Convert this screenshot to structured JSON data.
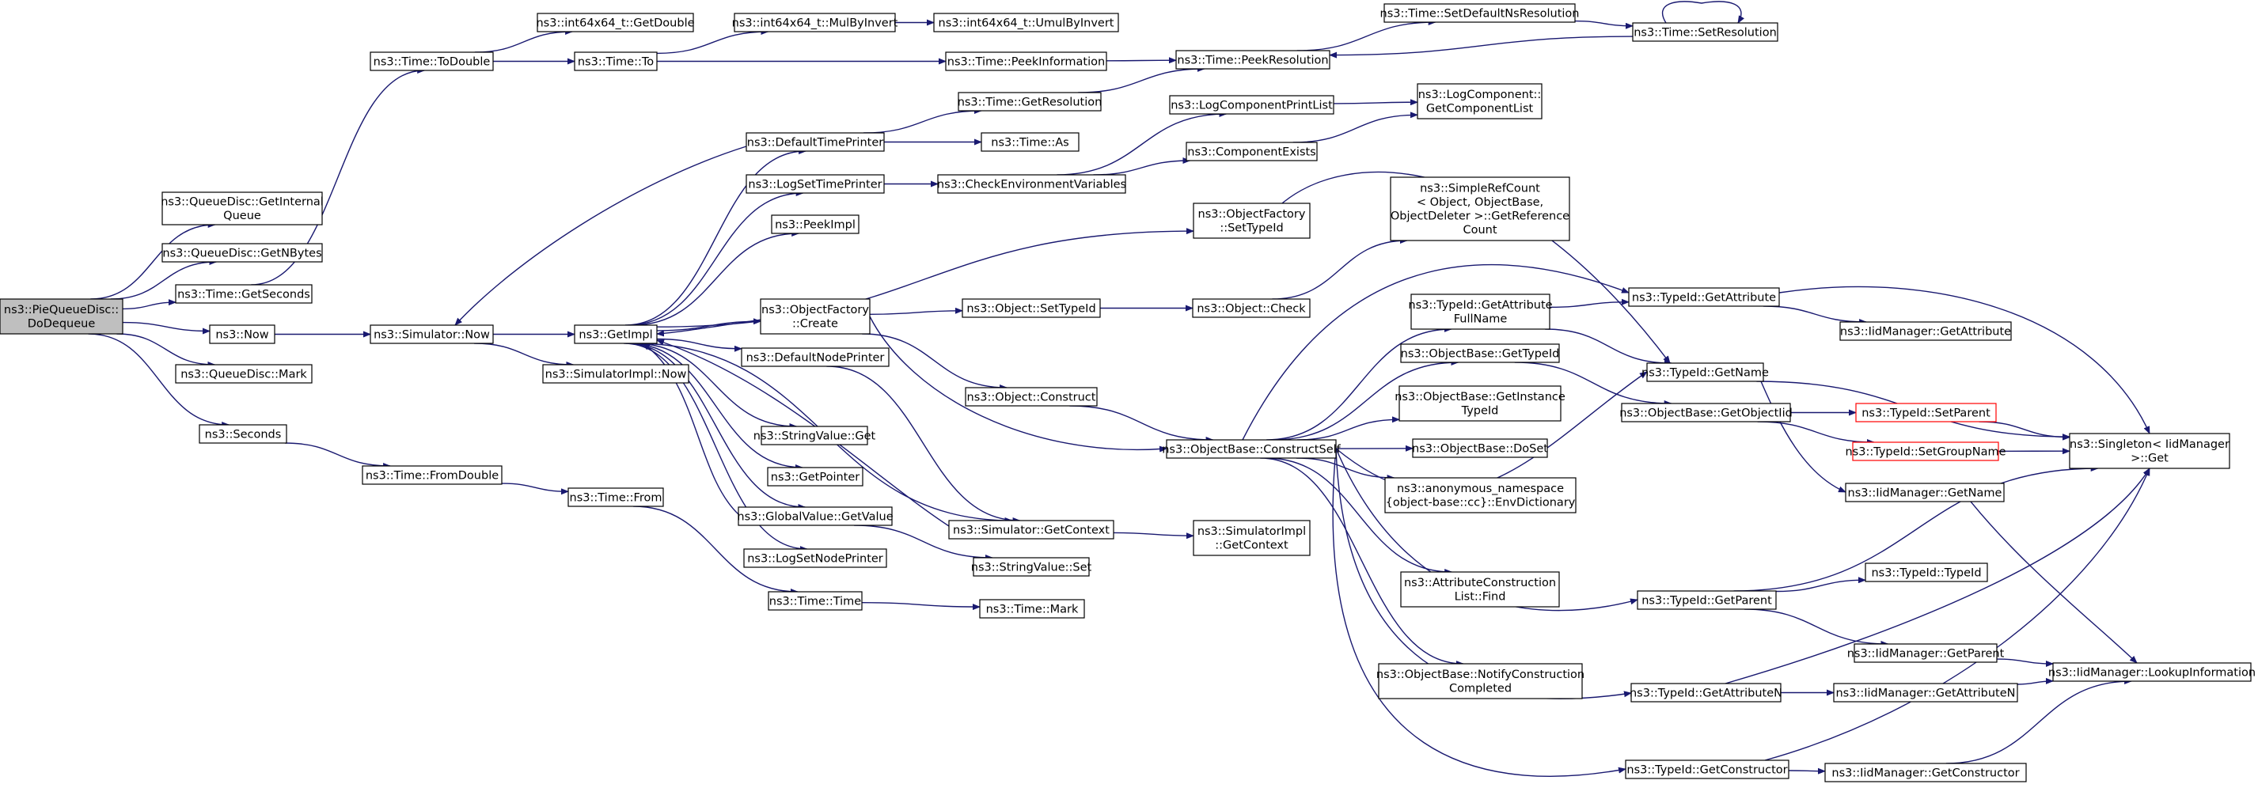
{
  "edge_color": "#191970",
  "root_fill": "#bfbfbf",
  "highlight_border": "#ff0000",
  "nodes": [
    {
      "id": "root",
      "lines": [
        "ns3::PieQueueDisc::",
        "DoDequeue"
      ],
      "style": "root"
    },
    {
      "id": "getInternalQueue",
      "lines": [
        "ns3::QueueDisc::GetInternal",
        "Queue"
      ]
    },
    {
      "id": "getNBytes",
      "lines": [
        "ns3::QueueDisc::GetNBytes"
      ]
    },
    {
      "id": "timeGetSeconds",
      "lines": [
        "ns3::Time::GetSeconds"
      ]
    },
    {
      "id": "now",
      "lines": [
        "ns3::Now"
      ]
    },
    {
      "id": "qdMark",
      "lines": [
        "ns3::QueueDisc::Mark"
      ]
    },
    {
      "id": "seconds",
      "lines": [
        "ns3::Seconds"
      ]
    },
    {
      "id": "toDouble",
      "lines": [
        "ns3::Time::ToDouble"
      ]
    },
    {
      "id": "simNow",
      "lines": [
        "ns3::Simulator::Now"
      ]
    },
    {
      "id": "fromDouble",
      "lines": [
        "ns3::Time::FromDouble"
      ]
    },
    {
      "id": "int64GetDouble",
      "lines": [
        "ns3::int64x64_t::GetDouble"
      ]
    },
    {
      "id": "timeTo",
      "lines": [
        "ns3::Time::To"
      ]
    },
    {
      "id": "getImpl",
      "lines": [
        "ns3::GetImpl"
      ]
    },
    {
      "id": "simImplNow",
      "lines": [
        "ns3::SimulatorImpl::Now"
      ]
    },
    {
      "id": "timeFrom",
      "lines": [
        "ns3::Time::From"
      ]
    },
    {
      "id": "mulByInvert",
      "lines": [
        "ns3::int64x64_t::MulByInvert"
      ]
    },
    {
      "id": "defaultTimePrinter",
      "lines": [
        "ns3::DefaultTimePrinter"
      ]
    },
    {
      "id": "logSetTimePrinter",
      "lines": [
        "ns3::LogSetTimePrinter"
      ]
    },
    {
      "id": "peekImpl",
      "lines": [
        "ns3::PeekImpl"
      ]
    },
    {
      "id": "objFactoryCreate",
      "lines": [
        "ns3::ObjectFactory",
        "::Create"
      ]
    },
    {
      "id": "defaultNodePrinter",
      "lines": [
        "ns3::DefaultNodePrinter"
      ]
    },
    {
      "id": "stringValueGet",
      "lines": [
        "ns3::StringValue::Get"
      ]
    },
    {
      "id": "getPointer",
      "lines": [
        "ns3::GetPointer"
      ]
    },
    {
      "id": "globalValueGetValue",
      "lines": [
        "ns3::GlobalValue::GetValue"
      ]
    },
    {
      "id": "logSetNodePrinter",
      "lines": [
        "ns3::LogSetNodePrinter"
      ]
    },
    {
      "id": "timeTime",
      "lines": [
        "ns3::Time::Time"
      ]
    },
    {
      "id": "umulByInvert",
      "lines": [
        "ns3::int64x64_t::UmulByInvert"
      ]
    },
    {
      "id": "peekInformation",
      "lines": [
        "ns3::Time::PeekInformation"
      ]
    },
    {
      "id": "getResolution",
      "lines": [
        "ns3::Time::GetResolution"
      ]
    },
    {
      "id": "timeAs",
      "lines": [
        "ns3::Time::As"
      ]
    },
    {
      "id": "checkEnvVars",
      "lines": [
        "ns3::CheckEnvironmentVariables"
      ]
    },
    {
      "id": "objectSetTypeId",
      "lines": [
        "ns3::Object::SetTypeId"
      ]
    },
    {
      "id": "objectConstruct",
      "lines": [
        "ns3::Object::Construct"
      ]
    },
    {
      "id": "simGetContext",
      "lines": [
        "ns3::Simulator::GetContext"
      ]
    },
    {
      "id": "stringValueSet",
      "lines": [
        "ns3::StringValue::Set"
      ]
    },
    {
      "id": "timeMark",
      "lines": [
        "ns3::Time::Mark"
      ]
    },
    {
      "id": "peekResolution",
      "lines": [
        "ns3::Time::PeekResolution"
      ]
    },
    {
      "id": "logCompPrintList",
      "lines": [
        "ns3::LogComponentPrintList"
      ]
    },
    {
      "id": "componentExists",
      "lines": [
        "ns3::ComponentExists"
      ]
    },
    {
      "id": "objFactorySetTypeId",
      "lines": [
        "ns3::ObjectFactory",
        "::SetTypeId"
      ]
    },
    {
      "id": "objectCheck",
      "lines": [
        "ns3::Object::Check"
      ]
    },
    {
      "id": "constructSelf",
      "lines": [
        "ns3::ObjectBase::ConstructSelf"
      ]
    },
    {
      "id": "simImplGetContext",
      "lines": [
        "ns3::SimulatorImpl",
        "::GetContext"
      ]
    },
    {
      "id": "setDefaultNsRes",
      "lines": [
        "ns3::Time::SetDefaultNsResolution"
      ]
    },
    {
      "id": "getComponentList",
      "lines": [
        "ns3::LogComponent::",
        "GetComponentList"
      ]
    },
    {
      "id": "simpleRefCount",
      "lines": [
        "ns3::SimpleRefCount",
        "< Object, ObjectBase,",
        "ObjectDeleter >::GetReference",
        "Count"
      ]
    },
    {
      "id": "getAttrFullName",
      "lines": [
        "ns3::TypeId::GetAttribute",
        "FullName"
      ]
    },
    {
      "id": "objBaseGetTypeId",
      "lines": [
        "ns3::ObjectBase::GetTypeId"
      ]
    },
    {
      "id": "getInstanceTypeId",
      "lines": [
        "ns3::ObjectBase::GetInstance",
        "TypeId"
      ]
    },
    {
      "id": "doSet",
      "lines": [
        "ns3::ObjectBase::DoSet"
      ]
    },
    {
      "id": "envDictionary",
      "lines": [
        "ns3::anonymous_namespace",
        "{object-base::cc}::EnvDictionary"
      ]
    },
    {
      "id": "attrConstrFind",
      "lines": [
        "ns3::AttributeConstruction",
        "List::Find"
      ]
    },
    {
      "id": "notifyConstruction",
      "lines": [
        "ns3::ObjectBase::NotifyConstruction",
        "Completed"
      ]
    },
    {
      "id": "setResolution",
      "lines": [
        "ns3::Time::SetResolution"
      ]
    },
    {
      "id": "typeIdGetAttribute",
      "lines": [
        "ns3::TypeId::GetAttribute"
      ]
    },
    {
      "id": "typeIdGetName",
      "lines": [
        "ns3::TypeId::GetName"
      ]
    },
    {
      "id": "getObjectIid",
      "lines": [
        "ns3::ObjectBase::GetObjectIid"
      ]
    },
    {
      "id": "typeIdGetParent",
      "lines": [
        "ns3::TypeId::GetParent"
      ]
    },
    {
      "id": "getAttributeN",
      "lines": [
        "ns3::TypeId::GetAttributeN"
      ]
    },
    {
      "id": "getConstructor",
      "lines": [
        "ns3::TypeId::GetConstructor"
      ]
    },
    {
      "id": "iidGetAttribute",
      "lines": [
        "ns3::IidManager::GetAttribute"
      ]
    },
    {
      "id": "setParent",
      "lines": [
        "ns3::TypeId::SetParent"
      ],
      "style": "red"
    },
    {
      "id": "setGroupName",
      "lines": [
        "ns3::TypeId::SetGroupName"
      ],
      "style": "red"
    },
    {
      "id": "iidGetName",
      "lines": [
        "ns3::IidManager::GetName"
      ]
    },
    {
      "id": "typeIdTypeId",
      "lines": [
        "ns3::TypeId::TypeId"
      ]
    },
    {
      "id": "iidGetParent",
      "lines": [
        "ns3::IidManager::GetParent"
      ]
    },
    {
      "id": "iidGetAttributeN",
      "lines": [
        "ns3::IidManager::GetAttributeN"
      ]
    },
    {
      "id": "iidGetConstructor",
      "lines": [
        "ns3::IidManager::GetConstructor"
      ]
    },
    {
      "id": "singletonGet",
      "lines": [
        "ns3::Singleton< IidManager",
        ">::Get"
      ]
    },
    {
      "id": "lookupInformation",
      "lines": [
        "ns3::IidManager::LookupInformation"
      ]
    }
  ],
  "edges": [
    [
      "root",
      "getInternalQueue"
    ],
    [
      "root",
      "getNBytes"
    ],
    [
      "root",
      "timeGetSeconds"
    ],
    [
      "root",
      "now"
    ],
    [
      "root",
      "qdMark"
    ],
    [
      "root",
      "seconds"
    ],
    [
      "timeGetSeconds",
      "toDouble"
    ],
    [
      "now",
      "simNow"
    ],
    [
      "seconds",
      "fromDouble"
    ],
    [
      "toDouble",
      "int64GetDouble"
    ],
    [
      "toDouble",
      "timeTo"
    ],
    [
      "simNow",
      "getImpl"
    ],
    [
      "simNow",
      "simImplNow"
    ],
    [
      "fromDouble",
      "timeFrom"
    ],
    [
      "timeTo",
      "mulByInvert"
    ],
    [
      "timeTo",
      "peekInformation"
    ],
    [
      "mulByInvert",
      "umulByInvert"
    ],
    [
      "getImpl",
      "defaultTimePrinter"
    ],
    [
      "getImpl",
      "logSetTimePrinter"
    ],
    [
      "getImpl",
      "peekImpl"
    ],
    [
      "getImpl",
      "objFactoryCreate"
    ],
    [
      "getImpl",
      "defaultNodePrinter"
    ],
    [
      "getImpl",
      "stringValueGet"
    ],
    [
      "getImpl",
      "getPointer"
    ],
    [
      "getImpl",
      "globalValueGetValue"
    ],
    [
      "getImpl",
      "logSetNodePrinter"
    ],
    [
      "getImpl",
      "objFactorySetTypeId"
    ],
    [
      "getImpl",
      "simGetContext"
    ],
    [
      "timeFrom",
      "timeTime"
    ],
    [
      "defaultTimePrinter",
      "getResolution"
    ],
    [
      "defaultTimePrinter",
      "timeAs"
    ],
    [
      "defaultTimePrinter",
      "simNow"
    ],
    [
      "logSetTimePrinter",
      "checkEnvVars"
    ],
    [
      "objFactoryCreate",
      "objectSetTypeId"
    ],
    [
      "objFactoryCreate",
      "objectConstruct"
    ],
    [
      "objFactoryCreate",
      "getImpl"
    ],
    [
      "objFactoryCreate",
      "constructSelf"
    ],
    [
      "defaultNodePrinter",
      "simGetContext"
    ],
    [
      "globalValueGetValue",
      "stringValueSet"
    ],
    [
      "globalValueGetValue",
      "getImpl"
    ],
    [
      "timeTime",
      "timeMark"
    ],
    [
      "peekInformation",
      "peekResolution"
    ],
    [
      "getResolution",
      "peekResolution"
    ],
    [
      "checkEnvVars",
      "logCompPrintList"
    ],
    [
      "checkEnvVars",
      "componentExists"
    ],
    [
      "objectSetTypeId",
      "objectCheck"
    ],
    [
      "objectConstruct",
      "constructSelf"
    ],
    [
      "simGetContext",
      "simImplGetContext"
    ],
    [
      "simGetContext",
      "getImpl"
    ],
    [
      "peekResolution",
      "setDefaultNsRes"
    ],
    [
      "logCompPrintList",
      "getComponentList"
    ],
    [
      "componentExists",
      "getComponentList"
    ],
    [
      "objFactorySetTypeId",
      "typeIdGetName"
    ],
    [
      "objectCheck",
      "simpleRefCount"
    ],
    [
      "constructSelf",
      "getAttrFullName"
    ],
    [
      "constructSelf",
      "objBaseGetTypeId"
    ],
    [
      "constructSelf",
      "getInstanceTypeId"
    ],
    [
      "constructSelf",
      "doSet"
    ],
    [
      "constructSelf",
      "envDictionary"
    ],
    [
      "constructSelf",
      "attrConstrFind"
    ],
    [
      "constructSelf",
      "notifyConstruction"
    ],
    [
      "constructSelf",
      "typeIdGetAttribute"
    ],
    [
      "constructSelf",
      "typeIdGetName"
    ],
    [
      "constructSelf",
      "typeIdGetParent"
    ],
    [
      "constructSelf",
      "getAttributeN"
    ],
    [
      "constructSelf",
      "getConstructor"
    ],
    [
      "setDefaultNsRes",
      "setResolution"
    ],
    [
      "setResolution",
      "setResolution"
    ],
    [
      "setResolution",
      "peekResolution"
    ],
    [
      "getAttrFullName",
      "typeIdGetAttribute"
    ],
    [
      "getAttrFullName",
      "typeIdGetName"
    ],
    [
      "objBaseGetTypeId",
      "getObjectIid"
    ],
    [
      "typeIdGetAttribute",
      "iidGetAttribute"
    ],
    [
      "typeIdGetAttribute",
      "singletonGet"
    ],
    [
      "typeIdGetName",
      "singletonGet"
    ],
    [
      "typeIdGetName",
      "iidGetName"
    ],
    [
      "getObjectIid",
      "setParent"
    ],
    [
      "getObjectIid",
      "setGroupName"
    ],
    [
      "setParent",
      "singletonGet"
    ],
    [
      "setGroupName",
      "singletonGet"
    ],
    [
      "typeIdGetParent",
      "singletonGet"
    ],
    [
      "typeIdGetParent",
      "typeIdTypeId"
    ],
    [
      "typeIdGetParent",
      "iidGetParent"
    ],
    [
      "getAttributeN",
      "singletonGet"
    ],
    [
      "getAttributeN",
      "iidGetAttributeN"
    ],
    [
      "getConstructor",
      "singletonGet"
    ],
    [
      "getConstructor",
      "iidGetConstructor"
    ],
    [
      "iidGetName",
      "lookupInformation"
    ],
    [
      "iidGetParent",
      "lookupInformation"
    ],
    [
      "iidGetAttributeN",
      "lookupInformation"
    ],
    [
      "iidGetConstructor",
      "lookupInformation"
    ]
  ]
}
